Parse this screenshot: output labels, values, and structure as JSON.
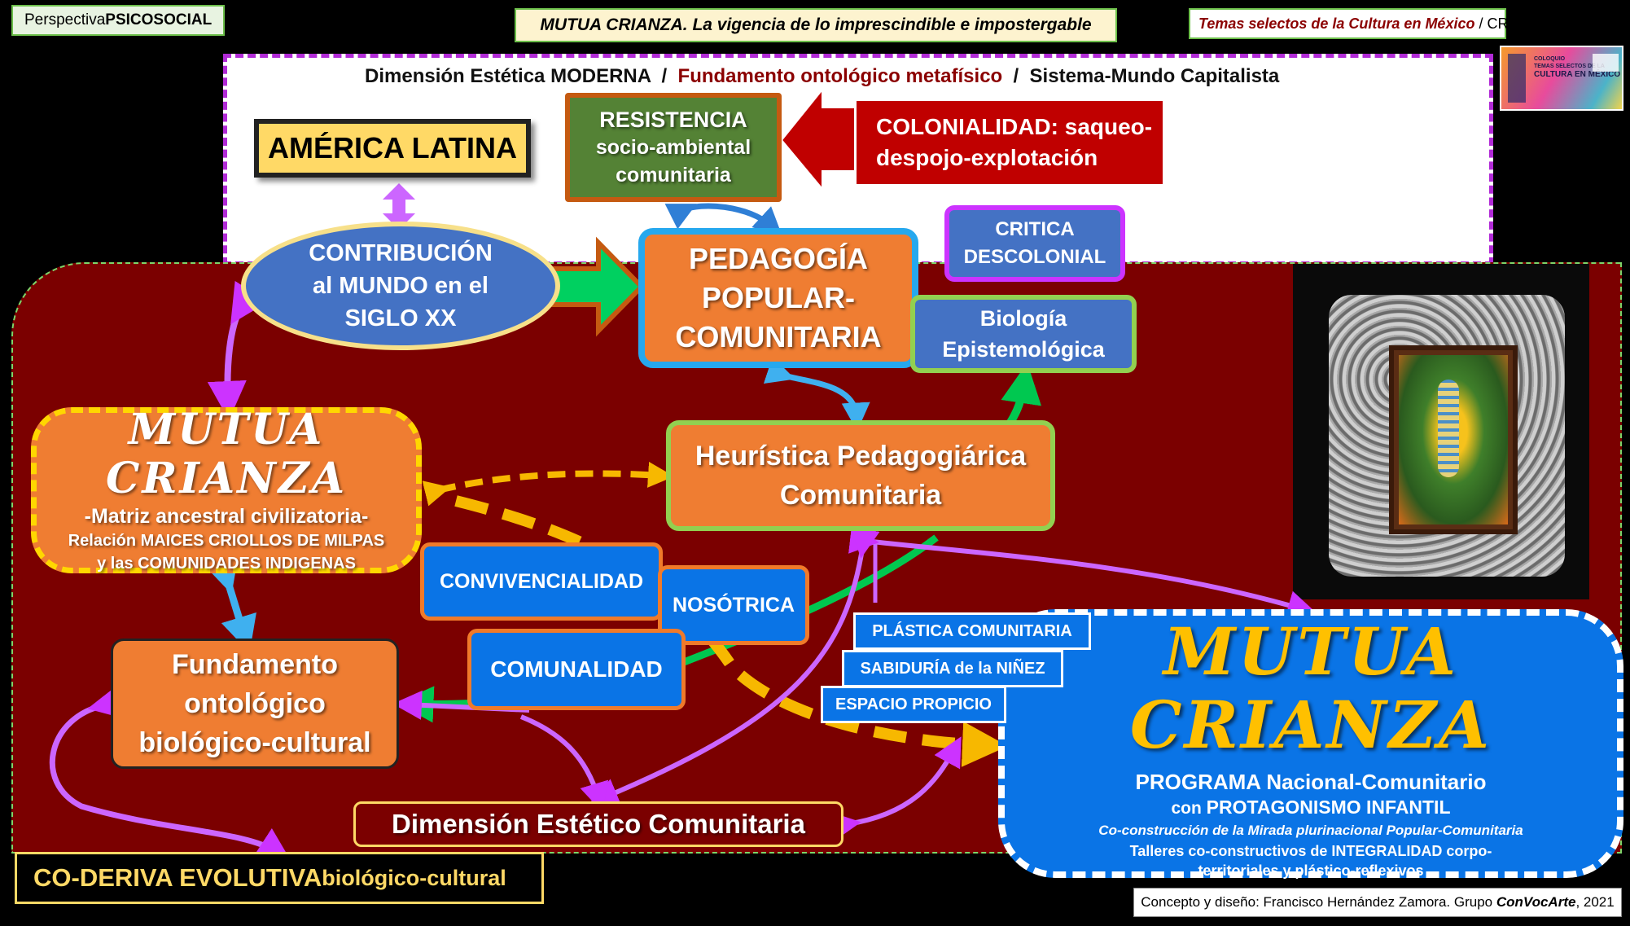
{
  "header": {
    "perspective_prefix": "Perspectiva ",
    "perspective_bold": "PSICOSOCIAL",
    "main_title": "MUTUA CRIANZA. La vigencia de lo imprescindible e impostergable",
    "topic": "Temas selectos de la Cultura en México",
    "topic_sep": " / ",
    "institution": "CRIM-UNAM",
    "poster_l1": "COLOQUIO",
    "poster_l2": "TEMAS SELECTOS DE LA",
    "poster_l3": "CULTURA EN MÉXICO"
  },
  "dimension_bar": {
    "part1": "Dimensión Estética MODERNA",
    "sep1": "  /  ",
    "part2": "Fundamento ontológico metafísico",
    "sep2": "  /  ",
    "part3": "Sistema-Mundo Capitalista"
  },
  "nodes": {
    "america_latina": "AMÉRICA LATINA",
    "resistencia": [
      "RESISTENCIA",
      "socio-ambiental",
      "comunitaria"
    ],
    "colonialidad": [
      "COLONIALIDAD: saqueo-",
      "despojo-explotación"
    ],
    "contribucion": [
      "CONTRIBUCIÓN",
      "al MUNDO en el",
      "SIGLO XX"
    ],
    "pedagogia": [
      "PEDAGOGÍA",
      "POPULAR-",
      "COMUNITARIA"
    ],
    "critica": [
      "CRITICA",
      "DESCOLONIAL"
    ],
    "biologia": [
      "Biología",
      "Epistemológica"
    ],
    "heuristica": [
      "Heurística Pedagogiárica",
      "Comunitaria"
    ],
    "mutua_left_title": "MUTUA CRIANZA",
    "mutua_left_l1": "-Matriz ancestral civilizatoria-",
    "mutua_left_l2": "Relación MAICES CRIOLLOS DE MILPAS",
    "mutua_left_l3": "y  las COMUNIDADES INDIGENAS",
    "convivencialidad": "CONVIVENCIALIDAD",
    "nosotrica": "NOSÓTRICA",
    "comunalidad": "COMUNALIDAD",
    "fundamento": [
      "Fundamento",
      "ontológico",
      "biológico-cultural"
    ],
    "plastica": "PLÁSTICA COMUNITARIA",
    "sabiduria": "SABIDURÍA de la NIÑEZ",
    "espacio": "ESPACIO PROPICIO",
    "dimension_estetico": "Dimensión Estético Comunitaria",
    "mutua_right_title": "MUTUA CRIANZA",
    "programa_bold": "PROGRAMA",
    "programa_rest": " Nacional-Comunitario",
    "con": "con ",
    "protagonismo": "PROTAGONISMO INFANTIL",
    "co_construccion": "Co-construcción de la Mirada plurinacional Popular-Comunitaria",
    "talleres": "Talleres co-constructivos de INTEGRALIDAD corpo-",
    "talleres2": "territoriales y plástico-reflexivos",
    "coderiva_bold": "CO-DERIVA EVOLUTIVA",
    "coderiva_rest": " biológico-cultural"
  },
  "footer": {
    "credit_prefix": "Concepto y diseño: Francisco Hernández Zamora. Grupo ",
    "credit_group": "ConVocArte",
    "credit_year": ", 2021"
  },
  "colors": {
    "orange": "#ef7d32",
    "blue": "#0a74e6",
    "steel_blue": "#4472c4",
    "green": "#548235",
    "red": "#c00000",
    "maroon": "#7b0000",
    "yellow": "#ffd966",
    "gold": "#f7b800",
    "magenta": "#cc33ff"
  }
}
